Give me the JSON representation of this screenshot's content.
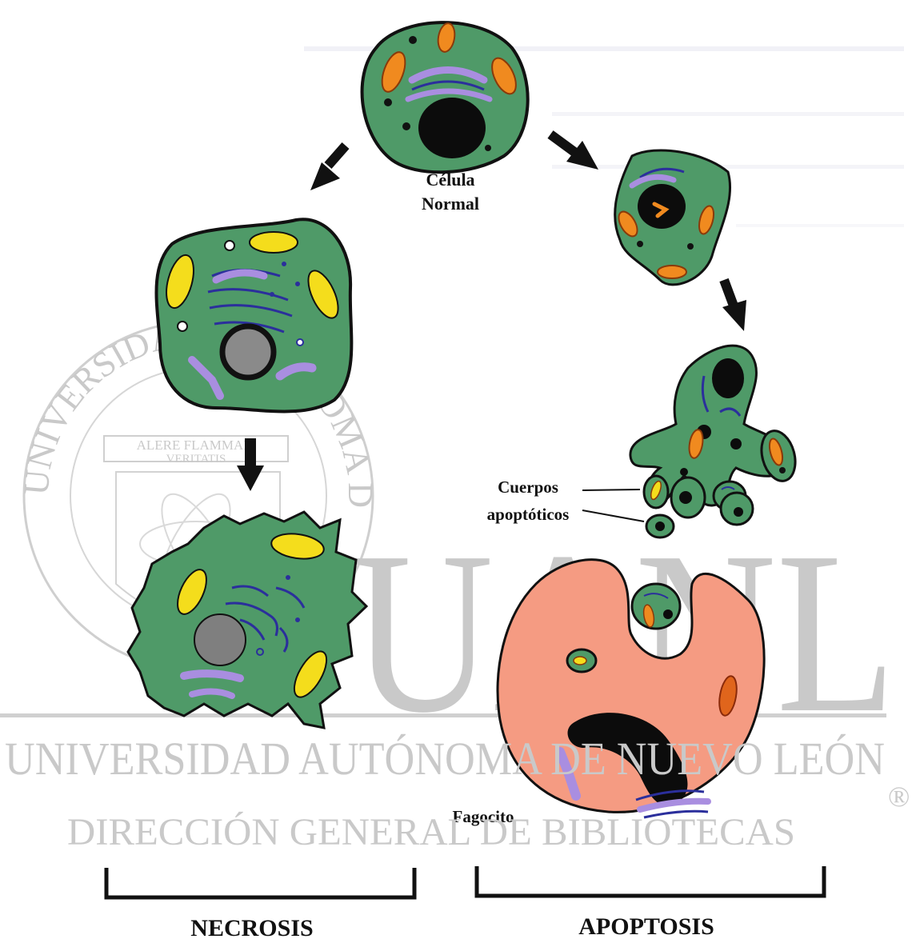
{
  "labels": {
    "normal_cell": [
      "Célula",
      "Normal"
    ],
    "apoptotic_bodies": [
      "Cuerpos",
      "apoptóticos"
    ],
    "phagocyte": "Fagocito",
    "necrosis": "NECROSIS",
    "apoptosis": "APOPTOSIS"
  },
  "watermark": {
    "big": "UANL",
    "line1": "UNIVERSIDAD AUTÓNOMA DE NUEVO LEÓN",
    "line2": "DIRECCIÓN GENERAL DE BIBLIOTECAS",
    "seal_ring": "UNIVERSIDAD AUTONOMA DE NUEVO LEON",
    "motto": [
      "ALERE FLAMMAM",
      "VERITATIS"
    ],
    "registered": "®"
  },
  "colors": {
    "cell_green": "#4f9a68",
    "phagocyte_salmon": "#f59b82",
    "mitochondria_yellow": "#f4dd1c",
    "mitochondria_orange": "#f08a1f",
    "golgi_purple": "#a98ee0",
    "er_blue": "#2b2f9c",
    "nucleus_black": "#0c0c0c",
    "nucleus_gray": "#8a8a8a"
  }
}
